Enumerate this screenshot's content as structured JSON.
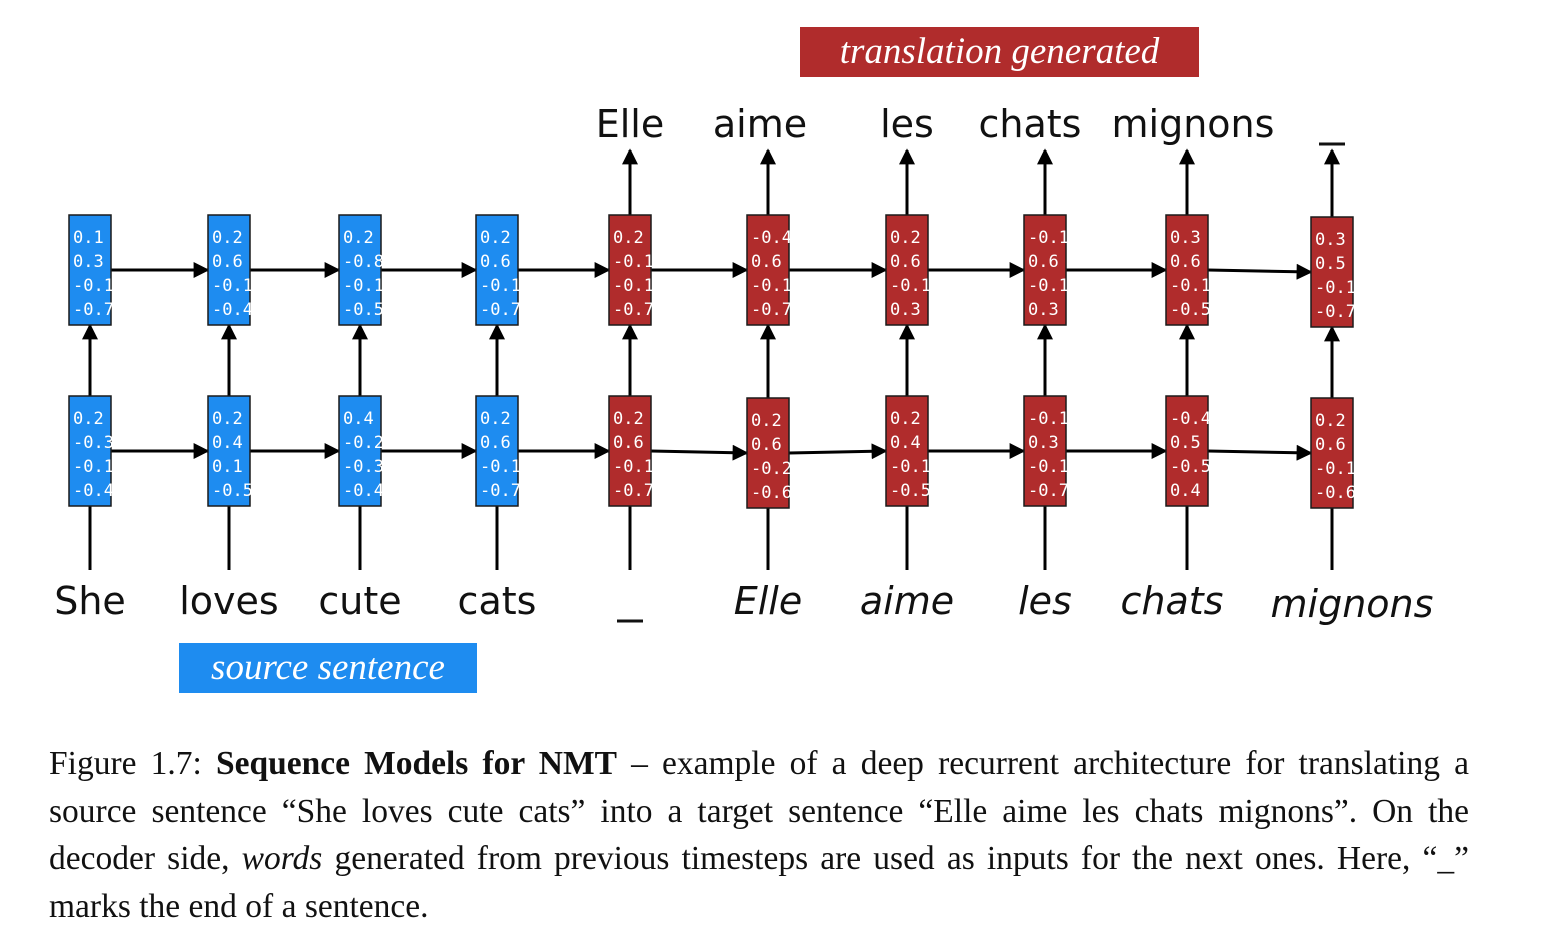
{
  "labels": {
    "translation_generated": "translation generated",
    "source_sentence": "source sentence"
  },
  "source_words": [
    "She",
    "loves",
    "cute",
    "cats",
    "_"
  ],
  "decoder_inputs": [
    "Elle",
    "aime",
    "les",
    "chats",
    "mignons"
  ],
  "output_words": [
    "Elle",
    "aime",
    "les",
    "chats",
    "mignons",
    "_"
  ],
  "cells": {
    "top": [
      [
        "0.1",
        "0.3",
        "-0.1",
        "-0.7"
      ],
      [
        "0.2",
        "0.6",
        "-0.1",
        "-0.4"
      ],
      [
        "0.2",
        "-0.8",
        "-0.1",
        "-0.5"
      ],
      [
        "0.2",
        "0.6",
        "-0.1",
        "-0.7"
      ],
      [
        "0.2",
        "-0.1",
        "-0.1",
        "-0.7"
      ],
      [
        "-0.4",
        "0.6",
        "-0.1",
        "-0.7"
      ],
      [
        "0.2",
        "0.6",
        "-0.1",
        "0.3"
      ],
      [
        "-0.1",
        "0.6",
        "-0.1",
        "0.3"
      ],
      [
        "0.3",
        "0.6",
        "-0.1",
        "-0.5"
      ],
      [
        "0.3",
        "0.5",
        "-0.1",
        "-0.7"
      ]
    ],
    "bottom": [
      [
        "0.2",
        "-0.3",
        "-0.1",
        "-0.4"
      ],
      [
        "0.2",
        "0.4",
        "0.1",
        "-0.5"
      ],
      [
        "0.4",
        "-0.2",
        "-0.3",
        "-0.4"
      ],
      [
        "0.2",
        "0.6",
        "-0.1",
        "-0.7"
      ],
      [
        "0.2",
        "0.6",
        "-0.1",
        "-0.7"
      ],
      [
        "0.2",
        "0.6",
        "-0.2",
        "-0.6"
      ],
      [
        "0.2",
        "0.4",
        "-0.1",
        "-0.5"
      ],
      [
        "-0.1",
        "0.3",
        "-0.1",
        "-0.7"
      ],
      [
        "-0.4",
        "0.5",
        "-0.5",
        "0.4"
      ],
      [
        "0.2",
        "0.6",
        "-0.1",
        "-0.6"
      ]
    ]
  },
  "colors": {
    "encoder": "#1e8cf0",
    "decoder": "#b02c2c",
    "arrow": "#000000"
  },
  "caption": {
    "prefix": "Figure 1.7: ",
    "bold": "Sequence Models for NMT",
    "part1": " – example of a deep recurrent architecture for translating a source sentence “She loves cute cats” into a target sentence “Elle aime les chats mignons”. On the decoder side, ",
    "italic": "words",
    "part2": " generated from previous timesteps are used as inputs for the next ones. Here, “_” marks the end of a sentence."
  }
}
